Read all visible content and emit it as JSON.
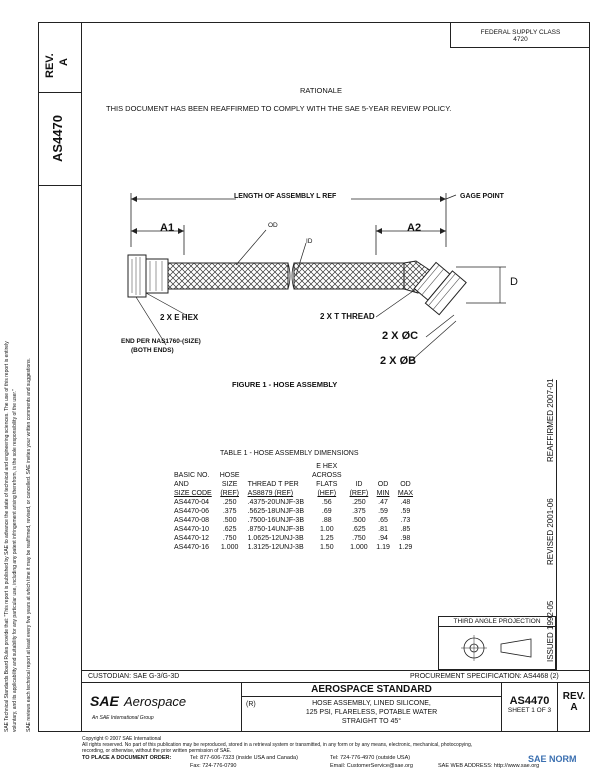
{
  "sidebar": {
    "rev_label": "REV.",
    "rev_value": "A",
    "doc_number": "AS4470",
    "legal_text_1": "SAE Technical Standards Board Rules provide that: \"This report is published by SAE to advance the state of technical and engineering sciences. The use of this report is entirely",
    "legal_text_2": "voluntary, and its applicability and suitability for any particular use, including any patent infringement arising therefrom, is the sole responsibility of the user.\"",
    "legal_text_3": "SAE reviews each technical report at least every five years at which time it may be reaffirmed, revised, or cancelled. SAE invites your written comments and suggestions."
  },
  "header": {
    "federal_supply_class": "FEDERAL SUPPLY CLASS",
    "fsc_number": "4720"
  },
  "rationale": {
    "title": "RATIONALE",
    "text": "THIS DOCUMENT HAS BEEN REAFFIRMED TO COMPLY WITH THE SAE 5-YEAR REVIEW POLICY."
  },
  "figure": {
    "length_label": "LENGTH OF ASSEMBLY L REF",
    "gage_point": "GAGE POINT",
    "a1": "A1",
    "a2": "A2",
    "od": "OD",
    "id": "ID",
    "d": "D",
    "e_hex": "2 X E HEX",
    "t_thread": "2 X T THREAD",
    "c_dia": "2 X ØC",
    "b_dia": "2 X ØB",
    "end_per_1": "END PER NAS1760-(SIZE)",
    "end_per_2": "(BOTH ENDS)",
    "caption": "FIGURE 1 - HOSE ASSEMBLY"
  },
  "table": {
    "title": "TABLE 1 - HOSE ASSEMBLY DIMENSIONS",
    "headers": [
      [
        "BASIC NO.",
        "AND",
        "SIZE CODE"
      ],
      [
        "HOSE",
        "SIZE",
        "(REF)"
      ],
      [
        "",
        "THREAD T PER",
        "AS8879 (REF)"
      ],
      [
        "E HEX",
        "ACROSS",
        "FLATS",
        "(HEF)"
      ],
      [
        "",
        "ID",
        "(REF)"
      ],
      [
        "",
        "OD",
        "MIN"
      ],
      [
        "",
        "OD",
        "MAX"
      ]
    ],
    "rows": [
      [
        "AS4470-04",
        ".250",
        ".4375-20UNJF-3B",
        ".56",
        ".250",
        ".47",
        ".48"
      ],
      [
        "AS4470-06",
        ".375",
        ".5625-18UNJF-3B",
        ".69",
        ".375",
        ".59",
        ".59"
      ],
      [
        "AS4470-08",
        ".500",
        ".7500-16UNJF-3B",
        ".88",
        ".500",
        ".65",
        ".73"
      ],
      [
        "",
        "",
        "",
        "",
        "",
        "",
        ""
      ],
      [
        "AS4470-10",
        ".625",
        ".8750-14UNJF-3B",
        "1.00",
        ".625",
        ".81",
        ".85"
      ],
      [
        "AS4470-12",
        ".750",
        "1.0625-12UNJ-3B",
        "1.25",
        ".750",
        ".94",
        ".98"
      ],
      [
        "AS4470-16",
        "1.000",
        "1.3125-12UNJ-3B",
        "1.50",
        "1.000",
        "1.19",
        "1.29"
      ]
    ]
  },
  "right_margin": {
    "reaffirmed": "REAFFIRMED 2007-01",
    "revised": "REVISED 2001-06",
    "issued": "ISSUED 1992-05"
  },
  "third_angle": "THIRD ANGLE PROJECTION",
  "custodian": "CUSTODIAN:  SAE G-3/G-3D",
  "procurement": "PROCUREMENT SPECIFICATION: AS4468 (2)",
  "title_block": {
    "logo_sae": "SAE",
    "logo_aero": "Aerospace",
    "logo_tag": "An SAE International Group",
    "standard": "AEROSPACE STANDARD",
    "r_mark": "(R)",
    "desc_1": "HOSE ASSEMBLY, LINED SILICONE,",
    "desc_2": "125 PSI, FLARELESS, POTABLE WATER",
    "desc_3": "STRAIGHT TO 45°",
    "doc_no": "AS4470",
    "sheet": "SHEET 1 OF 3",
    "rev_label": "REV.",
    "rev_value": "A"
  },
  "footer": {
    "copyright": "Copyright © 2007 SAE International",
    "rights": "All rights reserved. No part of this publication may be reproduced, stored in a retrieval system or transmitted, in any form or by any means, electronic, mechanical, photocopying,",
    "rights_2": "recording, or otherwise, without the prior written permission of SAE.",
    "order": "TO PLACE A DOCUMENT ORDER:",
    "tel1": "Tel:  877-606-7323 (inside USA and Canada)",
    "tel2": "Tel:  724-776-4970 (outside USA)",
    "fax": "Fax:  724-776-0790",
    "email": "Email:  CustomerService@sae.org",
    "web": "SAE WEB ADDRESS:  http://www.sae.org",
    "norm": "SAE NORM"
  }
}
